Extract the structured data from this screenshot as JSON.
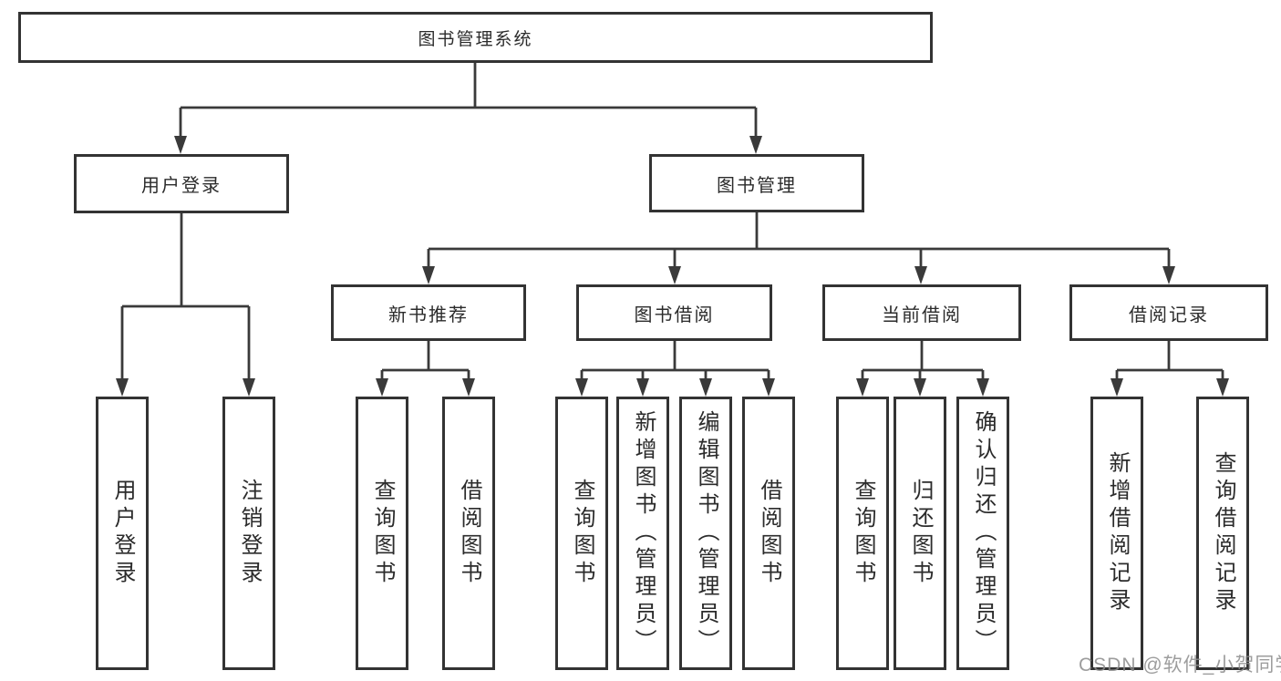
{
  "tree": {
    "root": {
      "label": "图书管理系统",
      "children": [
        {
          "label": "用户登录",
          "children": [
            {
              "label": "用户登录"
            },
            {
              "label": "注销登录"
            }
          ]
        },
        {
          "label": "图书管理",
          "children": [
            {
              "label": "新书推荐",
              "children": [
                {
                  "label": "查询图书"
                },
                {
                  "label": "借阅图书"
                }
              ]
            },
            {
              "label": "图书借阅",
              "children": [
                {
                  "label": "查询图书"
                },
                {
                  "label": "新增图书（管理员）"
                },
                {
                  "label": "编辑图书（管理员）"
                },
                {
                  "label": "借阅图书"
                }
              ]
            },
            {
              "label": "当前借阅",
              "children": [
                {
                  "label": "查询图书"
                },
                {
                  "label": "归还图书"
                },
                {
                  "label": "确认归还（管理员）"
                }
              ]
            },
            {
              "label": "借阅记录",
              "children": [
                {
                  "label": "新增借阅记录"
                },
                {
                  "label": "查询借阅记录"
                }
              ]
            }
          ]
        }
      ]
    }
  },
  "watermark": {
    "text": "CSDN @软件_小贺同学"
  },
  "colors": {
    "line": "#3a3a3a",
    "box_border": "#333333",
    "text": "#2b2b2b",
    "watermark": "#8c8c8c",
    "background": "#ffffff"
  }
}
